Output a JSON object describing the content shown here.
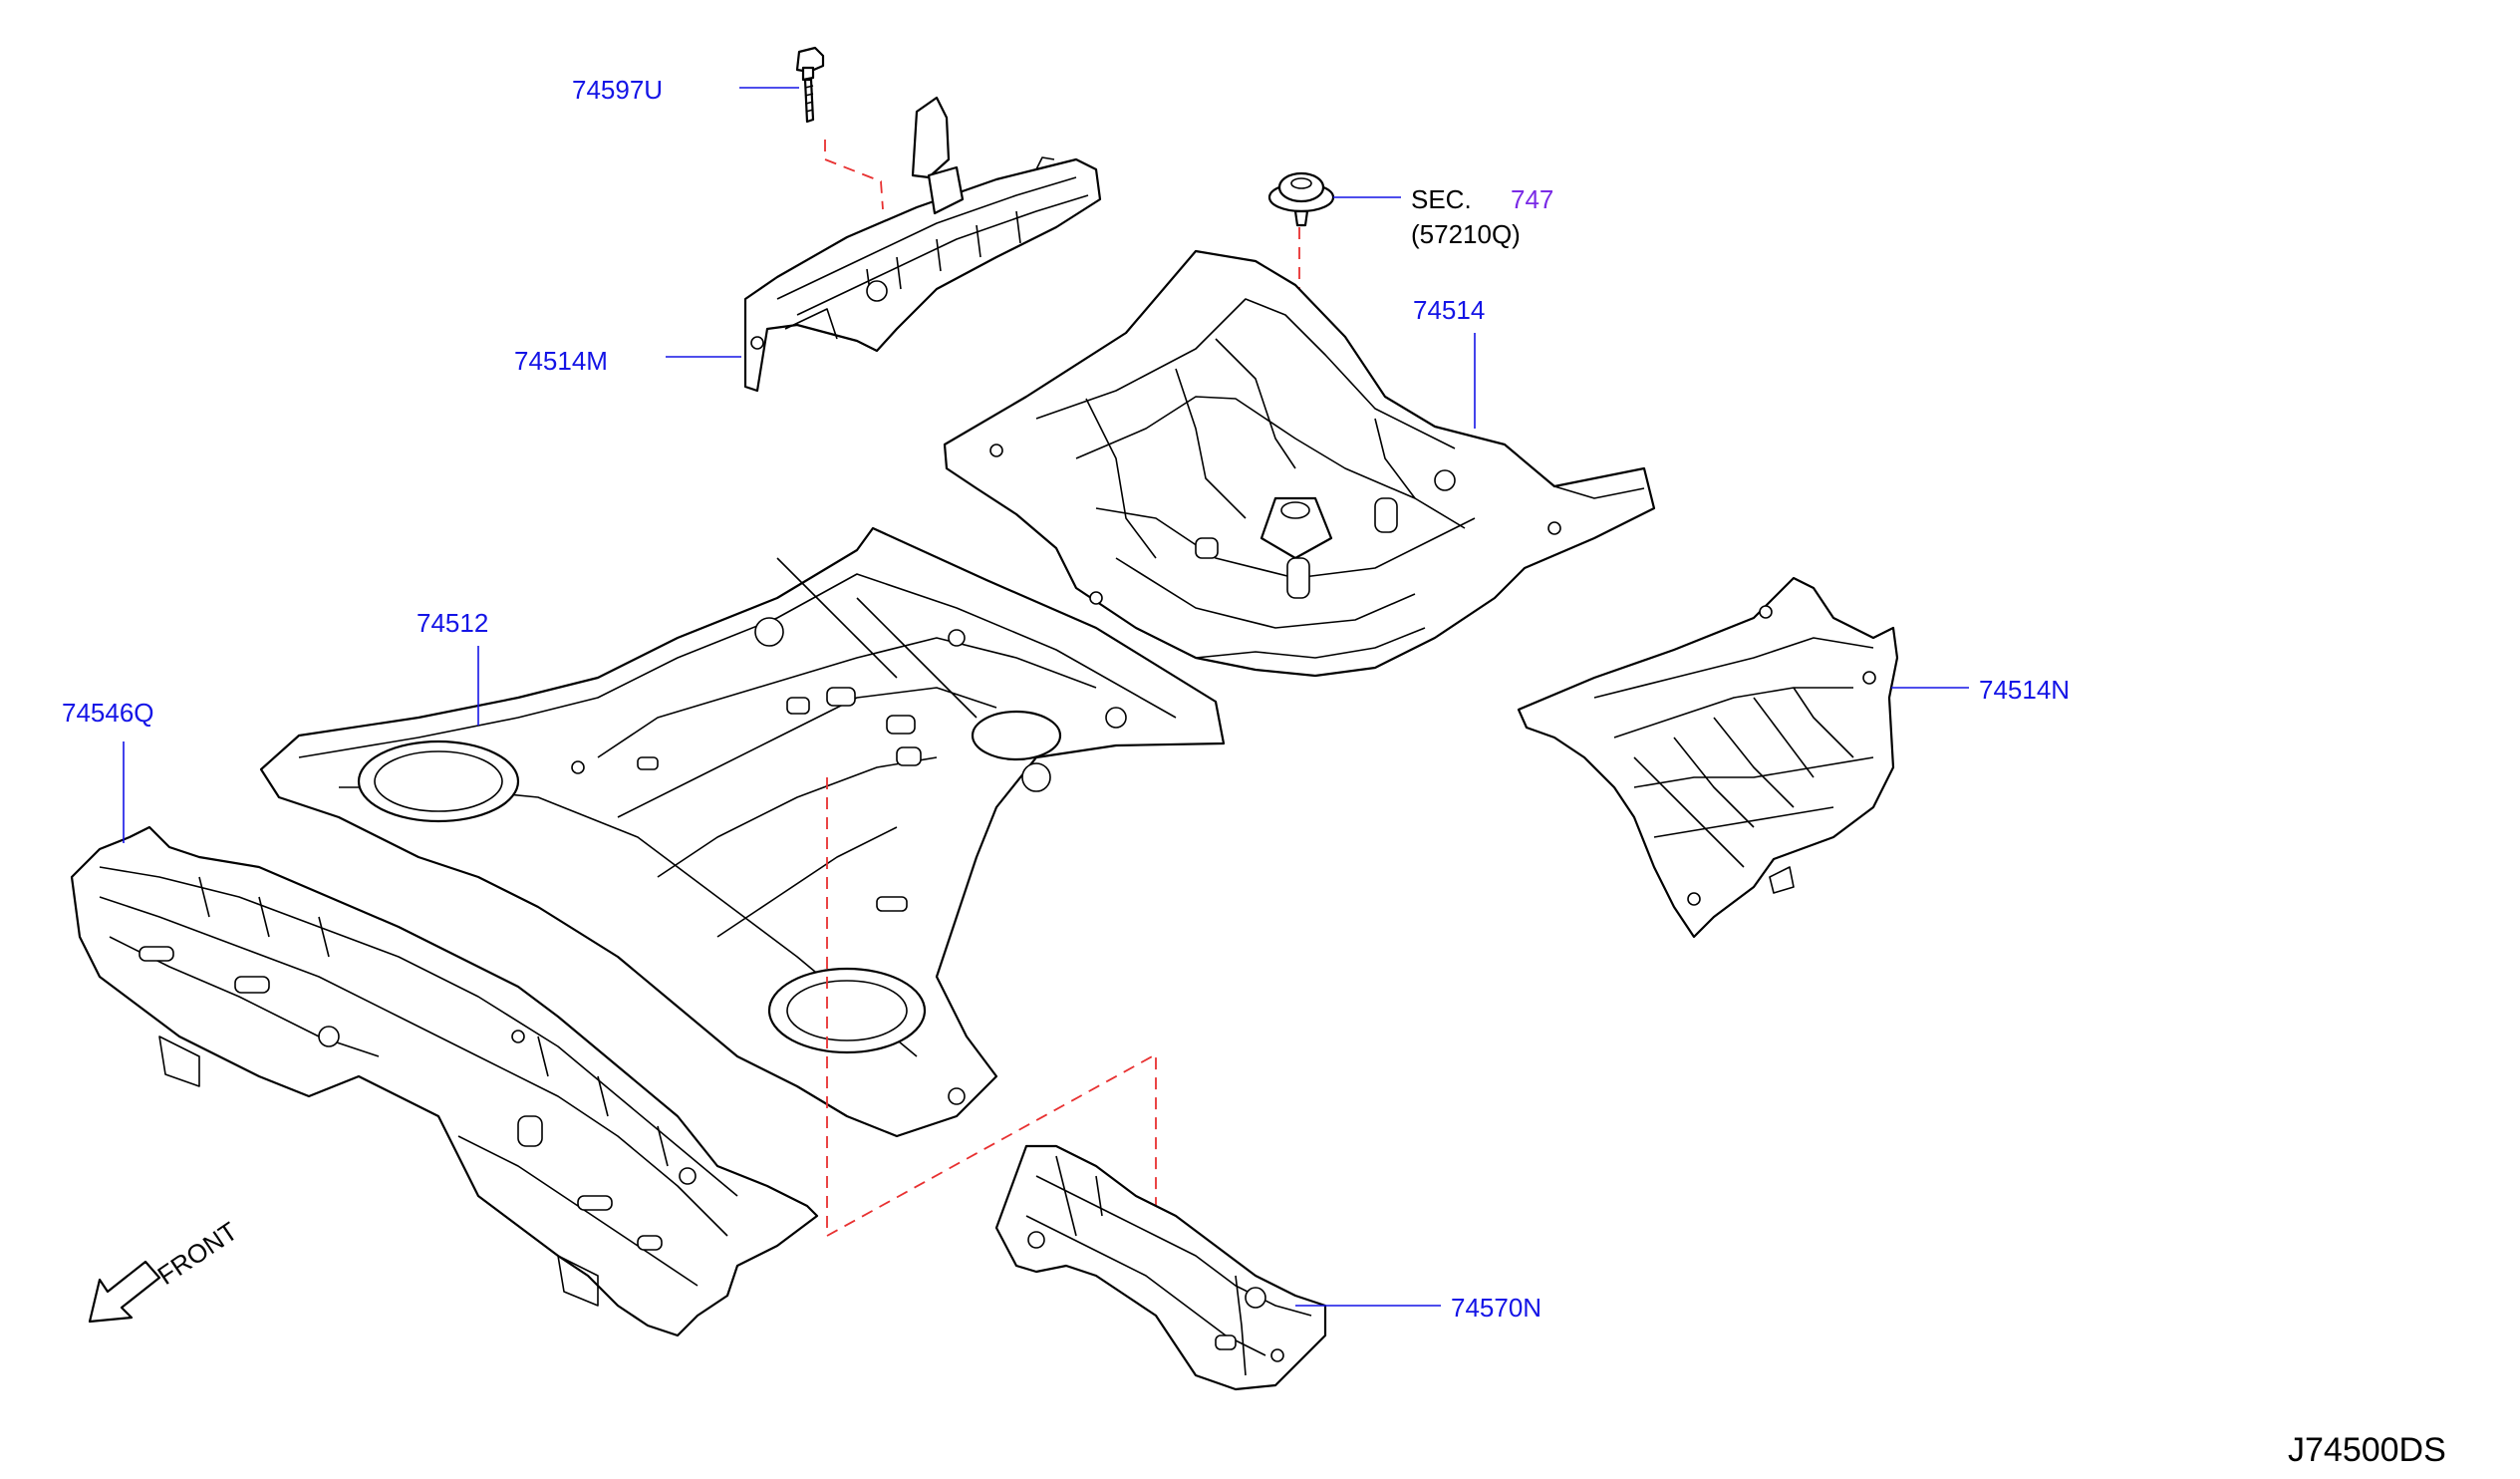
{
  "labels": {
    "p74597U": "74597U",
    "p74514M": "74514M",
    "sec": "SEC.",
    "sec_num": "747",
    "sec_ref": "(57210Q)",
    "p74514": "74514",
    "p74512": "74512",
    "p74514N": "74514N",
    "p74546Q": "74546Q",
    "p74570N": "74570N",
    "front": "FRONT",
    "diagram_code": "J74500DS"
  },
  "colors": {
    "part_label": "#1414e6",
    "section_ref": "#7a2be6",
    "dash_line": "#e83030",
    "outline": "#000000"
  },
  "icons": {
    "front_arrow": "front-arrow-icon"
  }
}
